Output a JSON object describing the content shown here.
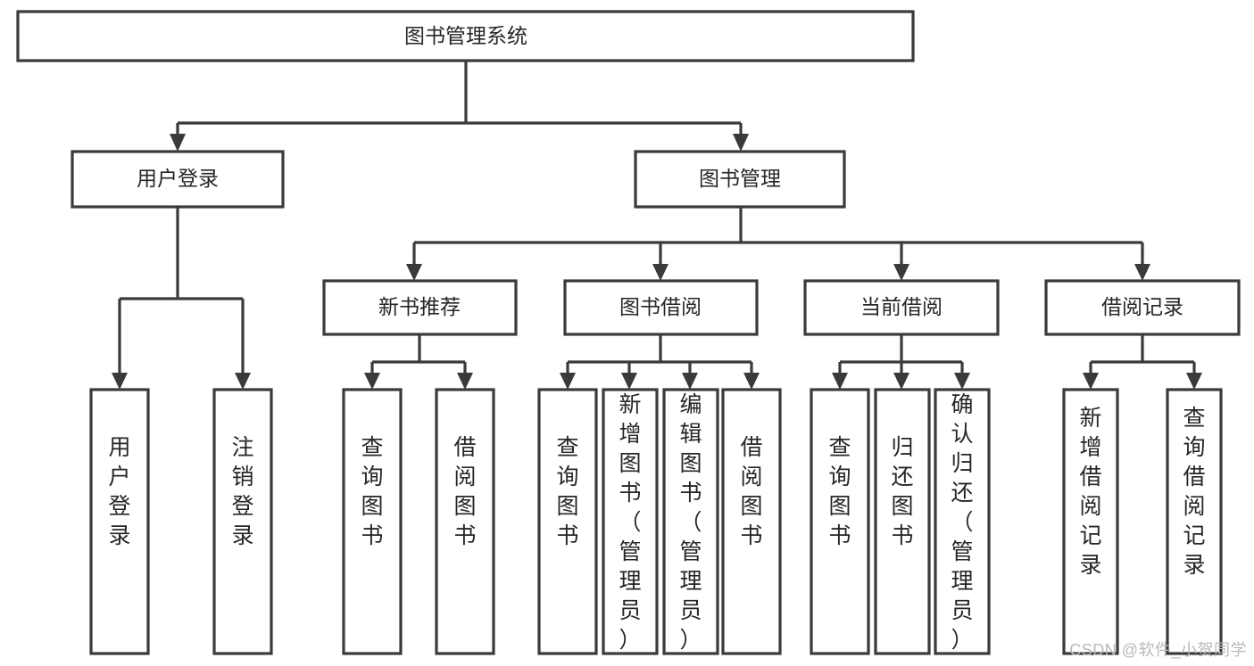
{
  "diagram": {
    "type": "tree-hierarchy-chart",
    "title": "图书管理系统",
    "watermark": "CSDN @软件_小贺同学",
    "colors": {
      "stroke": "#3a3a3a",
      "fill": "#ffffff",
      "text": "#262626",
      "watermark": "#b9b9b9"
    },
    "levels": {
      "root": {
        "label": "图书管理系统"
      },
      "level2": [
        {
          "id": "user-login",
          "label": "用户登录"
        },
        {
          "id": "book-management",
          "label": "图书管理"
        }
      ],
      "level3": [
        {
          "id": "new-book-recommend",
          "label": "新书推荐",
          "parent": "book-management"
        },
        {
          "id": "book-borrow",
          "label": "图书借阅",
          "parent": "book-management"
        },
        {
          "id": "current-borrow",
          "label": "当前借阅",
          "parent": "book-management"
        },
        {
          "id": "borrow-record",
          "label": "借阅记录",
          "parent": "book-management"
        }
      ],
      "leaves": [
        {
          "id": "leaf-user-login",
          "label": "用户登录",
          "parent": "user-login"
        },
        {
          "id": "leaf-logout",
          "label": "注销登录",
          "parent": "user-login"
        },
        {
          "id": "leaf-query-book-1",
          "label": "查询图书",
          "parent": "new-book-recommend"
        },
        {
          "id": "leaf-borrow-book-1",
          "label": "借阅图书",
          "parent": "new-book-recommend"
        },
        {
          "id": "leaf-query-book-2",
          "label": "查询图书",
          "parent": "book-borrow"
        },
        {
          "id": "leaf-add-book",
          "label": "新增图书（管理员）",
          "parent": "book-borrow"
        },
        {
          "id": "leaf-edit-book",
          "label": "编辑图书（管理员）",
          "parent": "book-borrow"
        },
        {
          "id": "leaf-borrow-book-2",
          "label": "借阅图书",
          "parent": "book-borrow"
        },
        {
          "id": "leaf-query-book-3",
          "label": "查询图书",
          "parent": "current-borrow"
        },
        {
          "id": "leaf-return-book",
          "label": "归还图书",
          "parent": "current-borrow"
        },
        {
          "id": "leaf-confirm-return",
          "label": "确认归还（管理员）",
          "parent": "current-borrow"
        },
        {
          "id": "leaf-add-record",
          "label": "新增借阅记录",
          "parent": "borrow-record"
        },
        {
          "id": "leaf-query-record",
          "label": "查询借阅记录",
          "parent": "borrow-record"
        }
      ]
    }
  }
}
